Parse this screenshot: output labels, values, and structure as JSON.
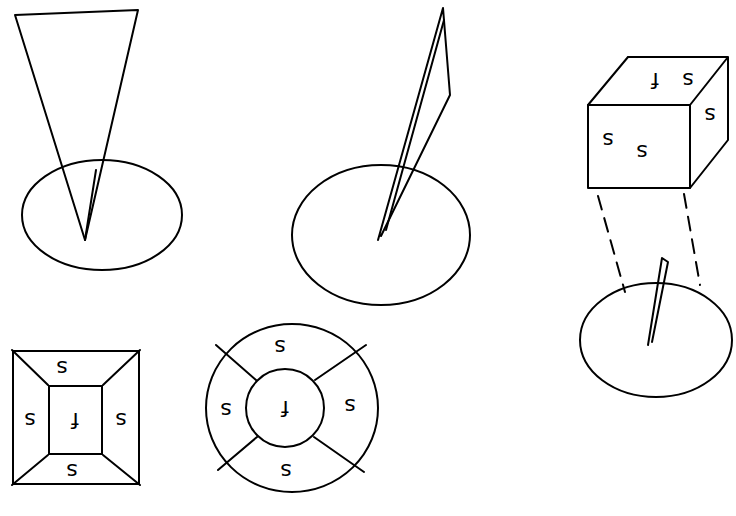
{
  "diagram": {
    "nodes": [
      {
        "text": [
          "s",
          "s",
          "s",
          "s"
        ]
      },
      {
        "text": [
          "f"
        ],
        "in": 0
      },
      {
        "text": [
          "s",
          "s",
          "s",
          "s"
        ]
      },
      {
        "text": [
          "f"
        ],
        "in": 2
      },
      {
        "text": [
          "f",
          "s",
          "s",
          "s",
          "s"
        ]
      }
    ]
  }
}
